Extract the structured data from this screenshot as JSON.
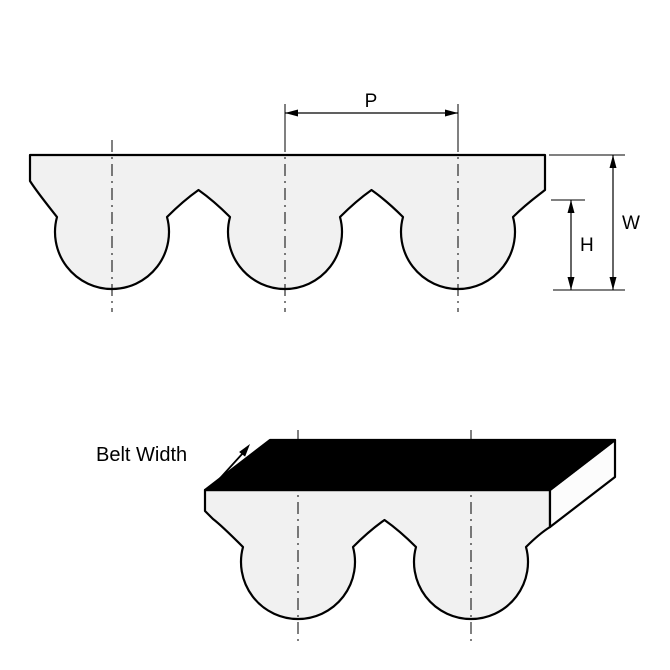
{
  "diagram": {
    "labels": {
      "pitch": "P",
      "belt_thickness": "W",
      "tooth_height": "H",
      "belt_width": "Belt Width"
    },
    "colors": {
      "line": "#000000",
      "belt_fill": "#f1f1f1",
      "side_face_fill": "#fcfcfc",
      "top_face_fill": "#000000",
      "background": "#ffffff"
    }
  }
}
